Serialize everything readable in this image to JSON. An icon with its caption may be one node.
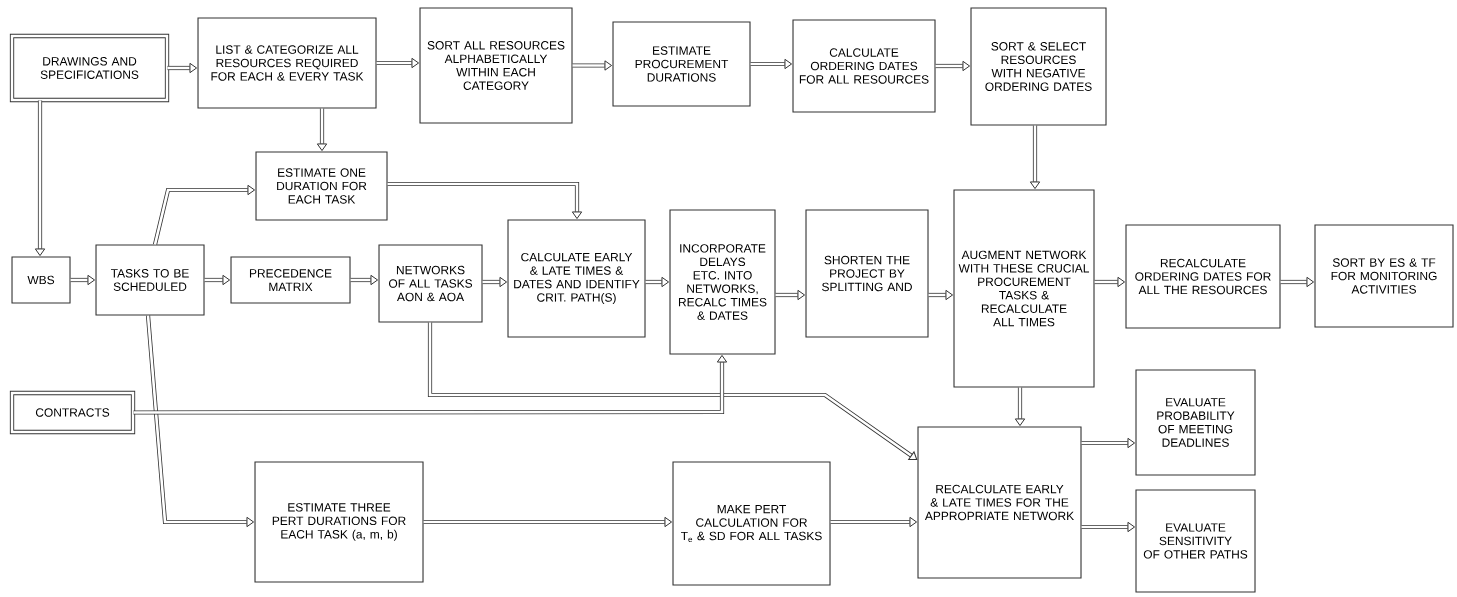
{
  "diagram": {
    "nodes": [
      {
        "text": [
          "DRAWINGS AND SPECIFICATIONS"
        ]
      },
      {
        "text": [
          "LIST & CATEGORIZE ALL RESOURCES REQUIRED FOR EACH & EVERY TASK"
        ]
      },
      {
        "text": [
          "SORT ALL RESOURCES ALPHABETICALLY WITHIN EACH CATEGORY"
        ]
      },
      {
        "text": [
          "ESTIMATE PROCUREMENT DURATIONS"
        ]
      },
      {
        "text": [
          "CALCULATE ORDERING DATES FOR ALL RESOURCES"
        ]
      },
      {
        "text": [
          "SORT & SELECT RESOURCES WITH NEGATIVE ORDERING DATES"
        ]
      },
      {
        "text": [
          "ESTIMATE ONE DURATION FOR EACH TASK"
        ]
      },
      {
        "text": [
          "WBS"
        ]
      },
      {
        "text": [
          "TASKS TO BE SCHEDULED"
        ]
      },
      {
        "text": [
          "PRECEDENCE MATRIX"
        ]
      },
      {
        "text": [
          "NETWORKS OF ALL TASKS AON & AOA"
        ]
      },
      {
        "text": [
          "CALCULATE EARLY & LATE TIMES & DATES AND IDENTIFY CRIT. PATH(S)"
        ]
      },
      {
        "text": [
          "INCORPORATE DELAYS ETC. INTO NETWORKS, RECALC TIMES & DATES"
        ]
      },
      {
        "text": [
          "SHORTEN THE PROJECT BY SPLITTING AND"
        ]
      },
      {
        "text": [
          "AUGMENT NETWORK WITH THESE CRUCIAL PROCUREMENT TASKS & RECALCULATE ALL TIMES"
        ]
      },
      {
        "text": [
          "RECALCULATE ORDERING DATES FOR ALL THE RESOURCES"
        ]
      },
      {
        "text": [
          "SORT BY ES & TF FOR MONITORING ACTIVITIES"
        ]
      },
      {
        "text": [
          "CONTRACTS"
        ]
      },
      {
        "text": [
          "ESTIMATE THREE PERT DURATIONS FOR EACH TASK (a, m, b)"
        ]
      },
      {
        "text": [
          "MAKE PERT CALCULATION FOR T$_{e}$ & SD FOR ALL TASKS"
        ]
      },
      {
        "text": [
          "RECALCULATE EARLY & LATE TIMES FOR THE APPROPRIATE NETWORK"
        ]
      },
      {
        "text": [
          "EVALUATE PROBABILITY OF MEETING DEADLINES"
        ]
      },
      {
        "text": [
          "EVALUATE SENSITIVITY OF OTHER PATHS"
        ]
      }
    ],
    "edges": [
      {
        "from": 0,
        "to": 1,
        "arrow": "to"
      },
      {
        "from": 1,
        "to": 2,
        "arrow": "to"
      },
      {
        "from": 2,
        "to": 3,
        "arrow": "to"
      },
      {
        "from": 3,
        "to": 4,
        "arrow": "to"
      },
      {
        "from": 4,
        "to": 5,
        "arrow": "to"
      },
      {
        "from": 0,
        "to": 7,
        "arrow": "to"
      },
      {
        "from": 1,
        "to": 6,
        "arrow": "to"
      },
      {
        "from": 7,
        "to": 8,
        "arrow": "to"
      },
      {
        "from": 8,
        "to": 6,
        "arrow": "to"
      },
      {
        "from": 6,
        "to": 11,
        "arrow": "to"
      },
      {
        "from": 8,
        "to": 9,
        "arrow": "to"
      },
      {
        "from": 9,
        "to": 10,
        "arrow": "to"
      },
      {
        "from": 10,
        "to": 11,
        "arrow": "to"
      },
      {
        "from": 11,
        "to": 12,
        "arrow": "to"
      },
      {
        "from": 12,
        "to": 13,
        "arrow": "to"
      },
      {
        "from": 13,
        "to": 14,
        "arrow": "to"
      },
      {
        "from": 5,
        "to": 14,
        "arrow": "to"
      },
      {
        "from": 14,
        "to": 15,
        "arrow": "to"
      },
      {
        "from": 15,
        "to": 16,
        "arrow": "to"
      },
      {
        "from": 14,
        "to": 20,
        "arrow": "to"
      },
      {
        "from": 20,
        "to": 21,
        "arrow": "to"
      },
      {
        "from": 20,
        "to": 22,
        "arrow": "to"
      },
      {
        "from": 8,
        "to": 18,
        "arrow": "to"
      },
      {
        "from": 18,
        "to": 19,
        "arrow": "to"
      },
      {
        "from": 19,
        "to": 20,
        "arrow": "to"
      },
      {
        "from": 10,
        "to": 20,
        "arrow": "to"
      },
      {
        "from": 17,
        "to": 12,
        "arrow": "to"
      }
    ]
  }
}
